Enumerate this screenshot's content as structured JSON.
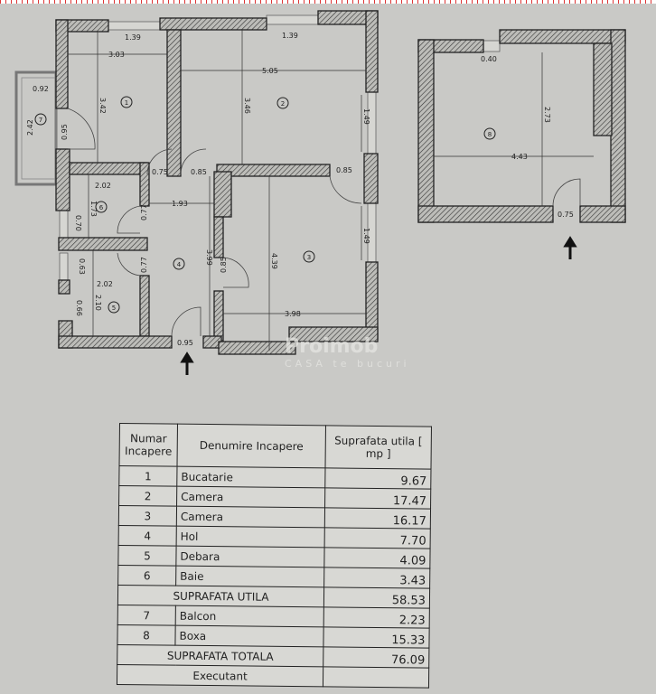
{
  "plan": {
    "rooms": [
      "1",
      "2",
      "3",
      "4",
      "5",
      "6",
      "7",
      "8"
    ],
    "dims": {
      "d1": "1.39",
      "d2": "1.39",
      "d3": "3.03",
      "d4": "5.05",
      "d5": "3.42",
      "d6": "3.46",
      "d7": "0.92",
      "d8": "2.42",
      "d9": "0.95",
      "d10": "1.49",
      "d11": "0.75",
      "d12": "0.85",
      "d13": "0.85",
      "d14": "2.02",
      "d15": "1.73",
      "d16": "0.70",
      "d17": "1.93",
      "d18": "0.77",
      "d19": "0.77",
      "d20": "1.49",
      "d21": "3.99",
      "d22": "4.39",
      "d23": "0.63",
      "d24": "0.85",
      "d25": "2.02",
      "d26": "2.10",
      "d27": "0.66",
      "d28": "3.98",
      "d29": "0.95",
      "d30": "0.40",
      "d31": "2.73",
      "d32": "4.43",
      "d33": "0.75"
    },
    "watermark": {
      "brand": "Proimob",
      "tagline": "CASA te bucuri"
    }
  },
  "table": {
    "headers": [
      "Numar Incapere",
      "Denumire Incapere",
      "Suprafata utila [ mp ]"
    ],
    "rows": [
      {
        "num": "1",
        "name": "Bucatarie",
        "area": "9.67"
      },
      {
        "num": "2",
        "name": "Camera",
        "area": "17.47"
      },
      {
        "num": "3",
        "name": "Camera",
        "area": "16.17"
      },
      {
        "num": "4",
        "name": "Hol",
        "area": "7.70"
      },
      {
        "num": "5",
        "name": "Debara",
        "area": "4.09"
      },
      {
        "num": "6",
        "name": "Baie",
        "area": "3.43"
      }
    ],
    "subtotal": {
      "label": "SUPRAFATA UTILA",
      "area": "58.53"
    },
    "extra_rows": [
      {
        "num": "7",
        "name": "Balcon",
        "area": "2.23"
      },
      {
        "num": "8",
        "name": "Boxa",
        "area": "15.33"
      }
    ],
    "total": {
      "label": "SUPRAFATA TOTALA",
      "area": "76.09"
    },
    "footer": {
      "label": "Executant"
    }
  }
}
